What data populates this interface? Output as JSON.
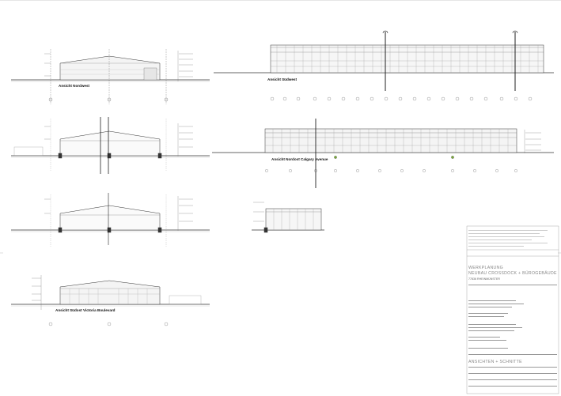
{
  "views": {
    "nordwest": {
      "label": "Ansicht Nordwest"
    },
    "suedwest": {
      "label": "Ansicht Südwest"
    },
    "nordost": {
      "label": "Ansicht Nordost Calgary Avenue"
    },
    "suedost": {
      "label": "Ansicht Südost Victoria Boulevard"
    }
  },
  "title_block": {
    "project_line1": "WERKPLANUNG",
    "project_line2": "NEUBAU CROSSDOCK + BÜROGEBÄUDE",
    "location": "77836 RHEINMÜNSTER",
    "drawing_title": "ANSICHTEN + SCHNITTE"
  }
}
